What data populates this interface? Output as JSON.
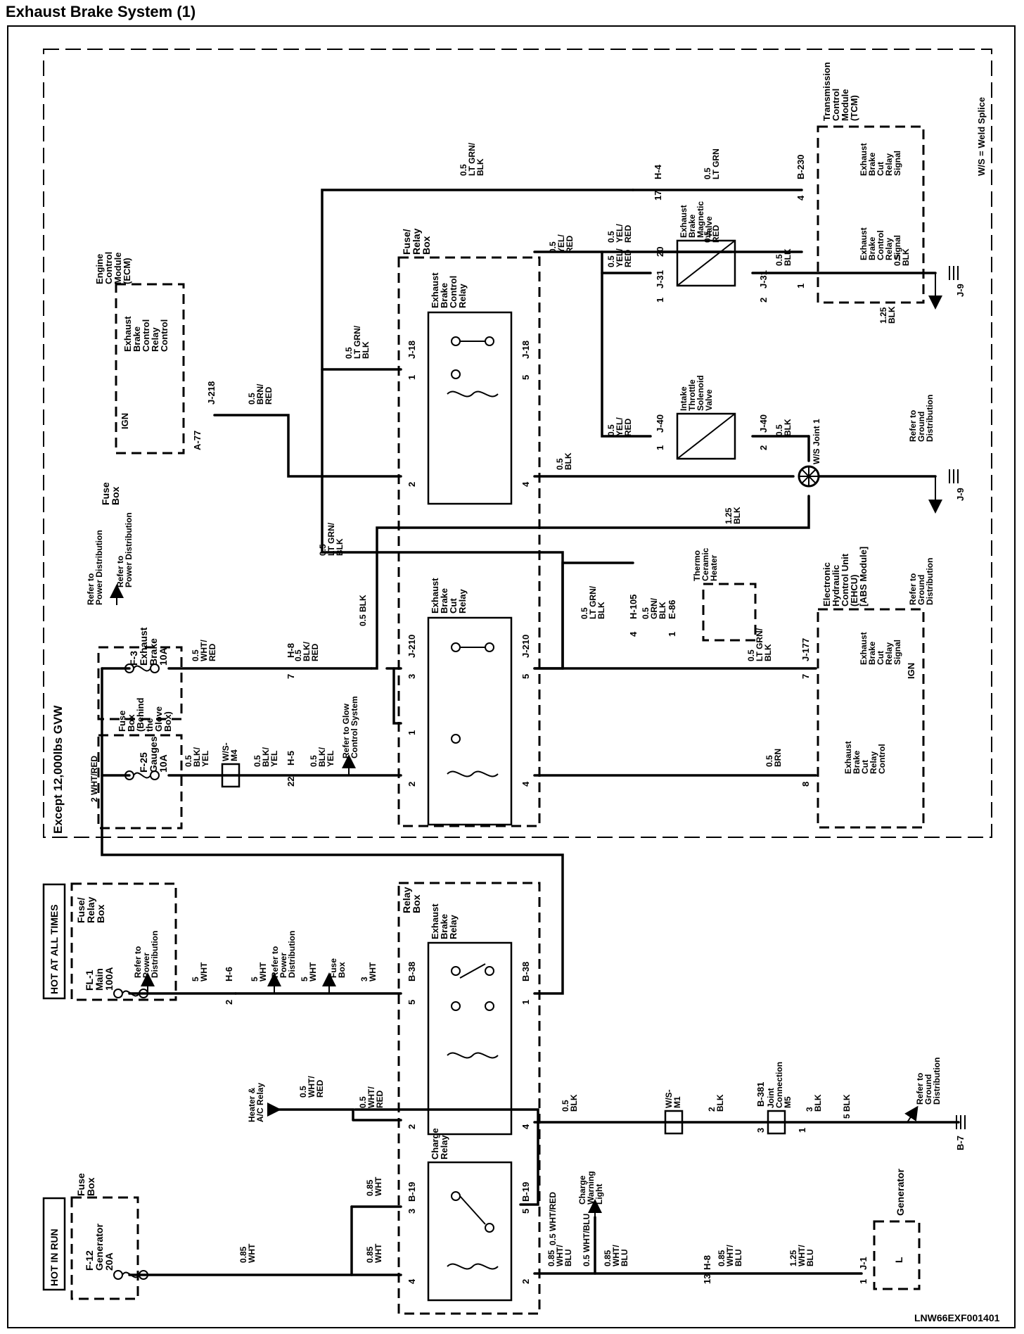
{
  "header": {
    "title": "Exhaust Brake System (1)"
  },
  "footer": {
    "code": "LNW66EXF001401"
  },
  "region_labels": {
    "except_gvw": "Except 12,000lbs GVW",
    "weld_splice_note": "W/S = Weld Splice"
  },
  "power_sources": {
    "hot_at_all_times": "HOT AT ALL TIMES",
    "hot_in_run": "HOT IN RUN"
  },
  "fuses": {
    "fl1": [
      "FL-1",
      "Main",
      "100A"
    ],
    "f12": [
      "F-12",
      "Generator",
      "20A"
    ],
    "f25": [
      "F-25",
      "Gauges",
      "10A"
    ],
    "f3": [
      "F-3",
      "Exhaust",
      "Brake",
      "10A"
    ]
  },
  "boxes": {
    "fuse_relay_box": [
      "Fuse/",
      "Relay",
      "Box"
    ],
    "fuse_box": [
      "Fuse",
      "Box"
    ],
    "relay_box": [
      "Relay",
      "Box"
    ],
    "fuse_box_glove": [
      "Fuse",
      "Box",
      "(Behind",
      "the",
      "Glove",
      "Box)"
    ]
  },
  "relays": {
    "charge_relay": [
      "Charge",
      "Relay"
    ],
    "eb_relay": [
      "Exhaust",
      "Brake",
      "Relay"
    ],
    "eb_cut_relay": [
      "Exhaust",
      "Brake",
      "Cut",
      "Relay"
    ],
    "eb_control_relay": [
      "Exhaust",
      "Brake",
      "Control",
      "Relay"
    ]
  },
  "modules": {
    "ecm": [
      "Engine",
      "Control",
      "Module",
      "(ECM)"
    ],
    "ecm_ign": "IGN",
    "ecm_signal": [
      "Exhaust",
      "Brake",
      "Control",
      "Relay",
      "Control"
    ],
    "tcm": [
      "Transmission",
      "Control",
      "Module",
      "(TCM)"
    ],
    "tcm_sig1": [
      "Exhaust",
      "Brake",
      "Control",
      "Relay",
      "Signal"
    ],
    "tcm_sig2": [
      "Exhaust",
      "Brake",
      "Cut",
      "Relay",
      "Signal"
    ],
    "ehcu": [
      "Electronic",
      "Hydraulic",
      "Control Unit",
      "(EHCU)",
      "[ABS Module]"
    ],
    "ehcu_sig1": [
      "Exhaust",
      "Brake",
      "Cut",
      "Relay",
      "Signal"
    ],
    "ehcu_sig2": [
      "Exhaust",
      "Brake",
      "Cut",
      "Relay",
      "Control"
    ],
    "ehcu_ign": "IGN",
    "generator": "Generator",
    "generator_pin": "L",
    "thermo_heater": [
      "Thermo",
      "Ceramic",
      "Heater"
    ],
    "magnetic_valve": [
      "Exhaust",
      "Brake",
      "Magnetic",
      "Valve"
    ],
    "throttle_valve": [
      "Intake",
      "Throttle",
      "Solenoid",
      "Valve"
    ]
  },
  "connectors": {
    "h6": "H-6",
    "b38": "B-38",
    "b19": "B-19",
    "h8": "H-8",
    "h5": "H-5",
    "j210": "J-210",
    "j18": "J-18",
    "j218": "J-218",
    "a77": "A-77",
    "h105": "H-105",
    "e86": "E-86",
    "j177": "J-177",
    "j31": "J-31",
    "j40": "J-40",
    "h4": "H-4",
    "b230": "B-230",
    "b381": "B-381",
    "b7": "B-7",
    "j9": "J-9",
    "j1": "J-1"
  },
  "splices": {
    "wsm1": [
      "W/S-",
      "M1"
    ],
    "wsm4": [
      "W/S-",
      "M4"
    ],
    "jcm5": [
      "Joint",
      "Connection",
      "M5"
    ],
    "ws_joint1": "W/S Joint 1"
  },
  "refs": {
    "power_dist": [
      "Refer to",
      "Power",
      "Distribution"
    ],
    "power_dist2": [
      "Refer to",
      "Power Distribution"
    ],
    "ground_dist": [
      "Refer to",
      "Ground",
      "Distribution"
    ],
    "glow": [
      "Refer to Glow",
      "Control System"
    ],
    "fuse_box": [
      "Fuse",
      "Box"
    ],
    "heater_ac": [
      "Heater &",
      "A/C Relay"
    ],
    "charge_light": [
      "Charge",
      "Warning",
      "Light"
    ]
  },
  "wires": {
    "w5": [
      "5",
      "WHT"
    ],
    "w3": [
      "3",
      "WHT"
    ],
    "w085": [
      "0.85",
      "WHT"
    ],
    "w05wr": [
      "0.5",
      "WHT/",
      "RED"
    ],
    "w2wr": "2 WHT/RED",
    "w05wr_l": "0.5 WHT/RED",
    "w05blk": [
      "0.5",
      "BLK"
    ],
    "w2blk": [
      "2",
      "BLK"
    ],
    "w3blk": [
      "3",
      "BLK"
    ],
    "w5blk": "5 BLK",
    "w125blk": [
      "1.25",
      "BLK"
    ],
    "w05by": [
      "0.5",
      "BLK/",
      "YEL"
    ],
    "w05br": [
      "0.5",
      "BLK/",
      "RED"
    ],
    "w05blk_i": "0.5 BLK",
    "w05lgb": [
      "0.5",
      "LT GRN/",
      "BLK"
    ],
    "w05lg": [
      "0.5",
      "LT GRN"
    ],
    "w05gb": [
      "0.5",
      "GRN/",
      "BLK"
    ],
    "w05yr": [
      "0.5",
      "YEL/",
      "RED"
    ],
    "w05red": [
      "0.5",
      "RED"
    ],
    "w05brr": [
      "0.5",
      "BRN/",
      "RED"
    ],
    "w05brn": [
      "0.5",
      "BRN"
    ],
    "w085wb": [
      "0.85",
      "WHT/",
      "BLU"
    ],
    "w125wb": [
      "1.25",
      "WHT/",
      "BLU"
    ],
    "w05wbl": "0.5 WHT/BLU"
  },
  "pins": {
    "p1": "1",
    "p2": "2",
    "p3": "3",
    "p4": "4",
    "p5": "5",
    "p7": "7",
    "p8": "8",
    "p13": "13",
    "p17": "17",
    "p20": "20",
    "p22": "22"
  }
}
